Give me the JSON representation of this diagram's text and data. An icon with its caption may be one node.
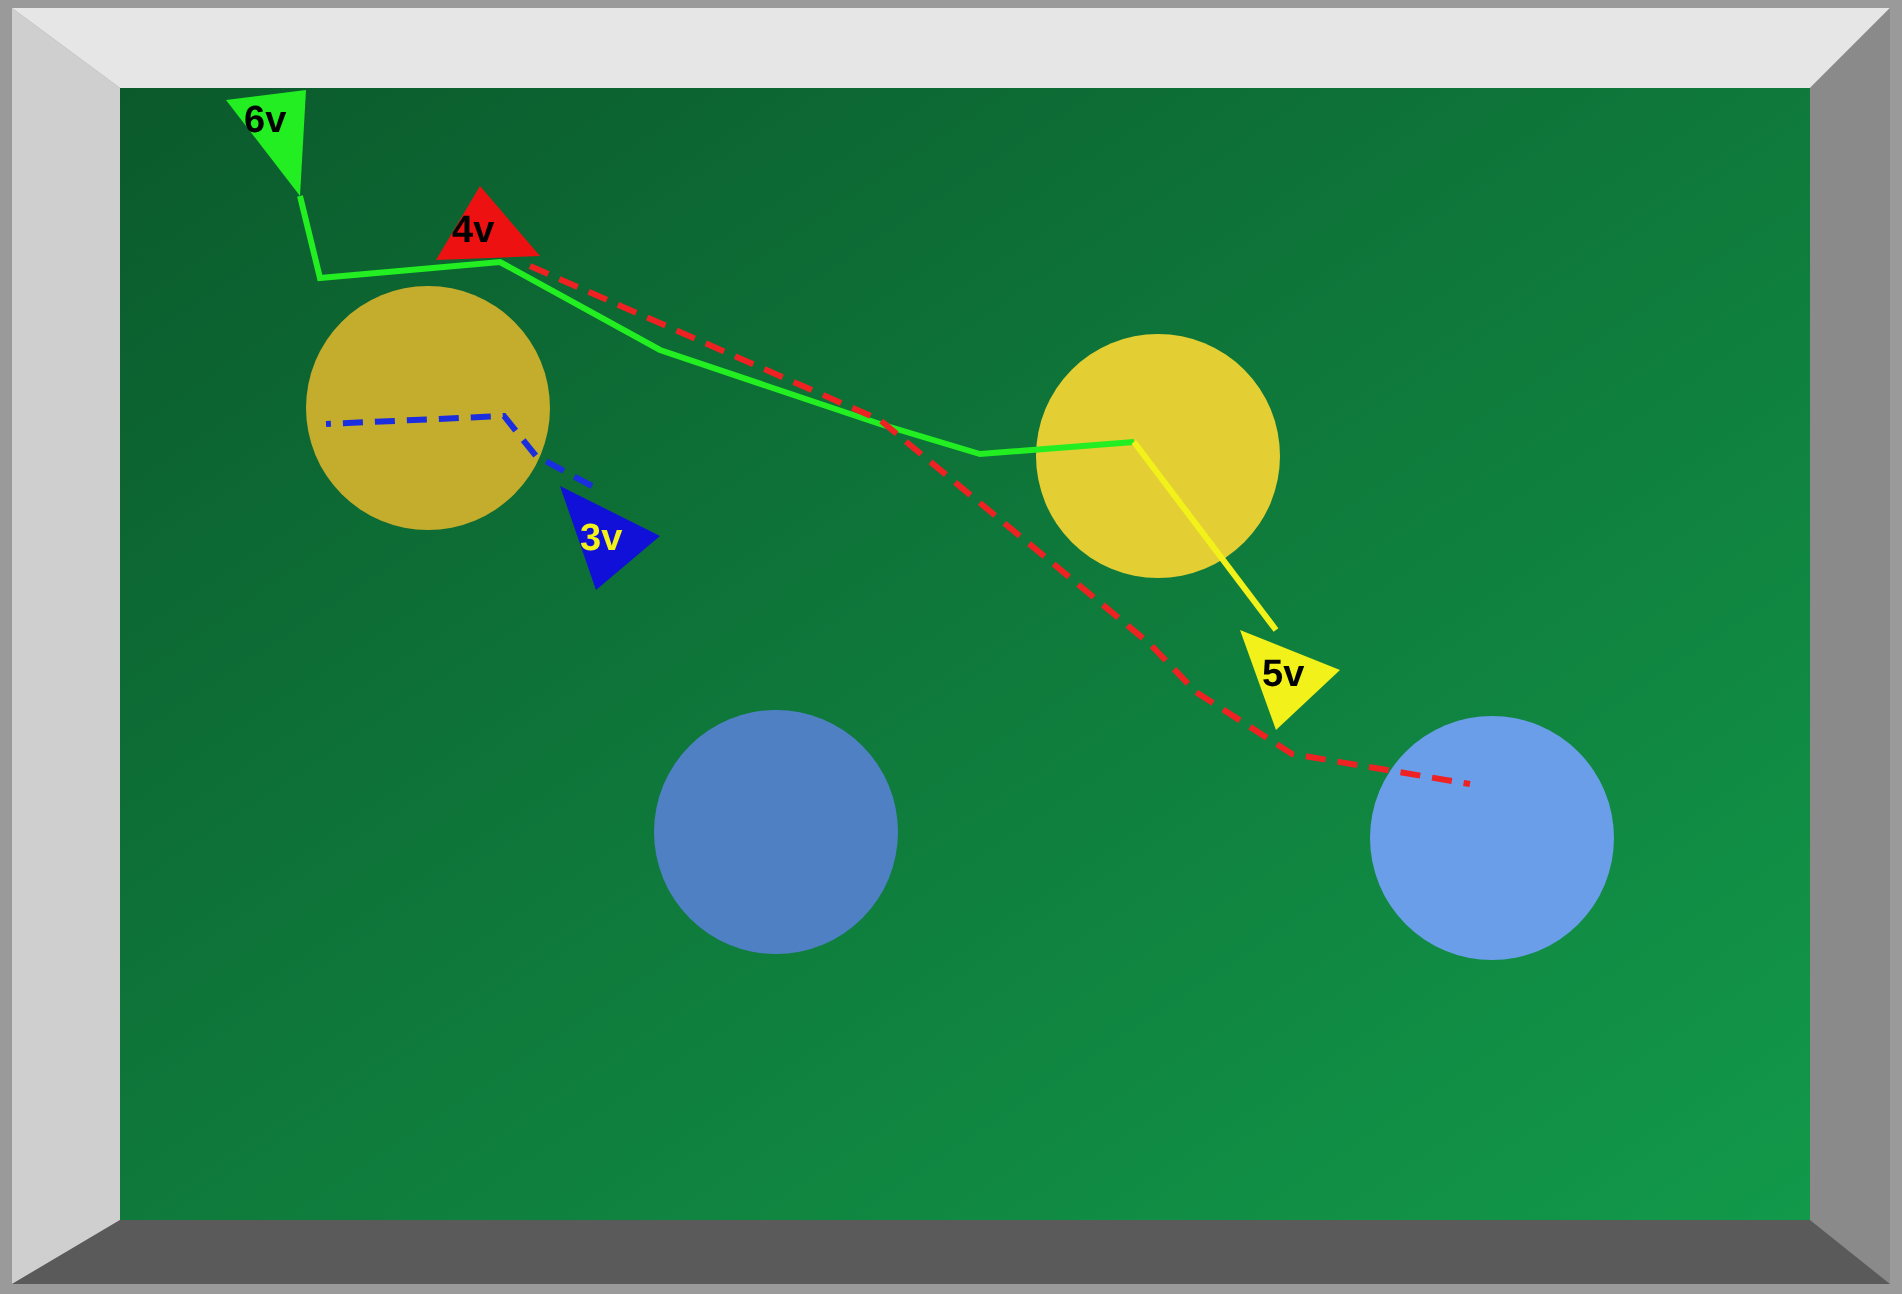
{
  "diagram": {
    "nodes": [
      {
        "text": [
          "6v"
        ]
      },
      {
        "text": [
          "4v"
        ]
      },
      {
        "text": [],
        "shape": "circle"
      },
      {
        "text": [],
        "shape": "circle"
      },
      {
        "text": [
          "3v"
        ]
      },
      {
        "text": [
          "5v"
        ]
      },
      {
        "text": [],
        "shape": "circle"
      },
      {
        "text": [],
        "shape": "circle"
      }
    ],
    "edges": [
      {
        "from": 0,
        "to": 3,
        "arrow": "none",
        "color": "#22ee22"
      },
      {
        "from": 1,
        "to": 7,
        "arrow": "none",
        "style": "dashed",
        "color": "#ee2222"
      },
      {
        "from": 4,
        "to": 2,
        "arrow": "none",
        "style": "dashed",
        "color": "#1a2ee0"
      },
      {
        "from": 5,
        "to": 3,
        "arrow": "none",
        "color": "#f2f21a"
      }
    ]
  }
}
